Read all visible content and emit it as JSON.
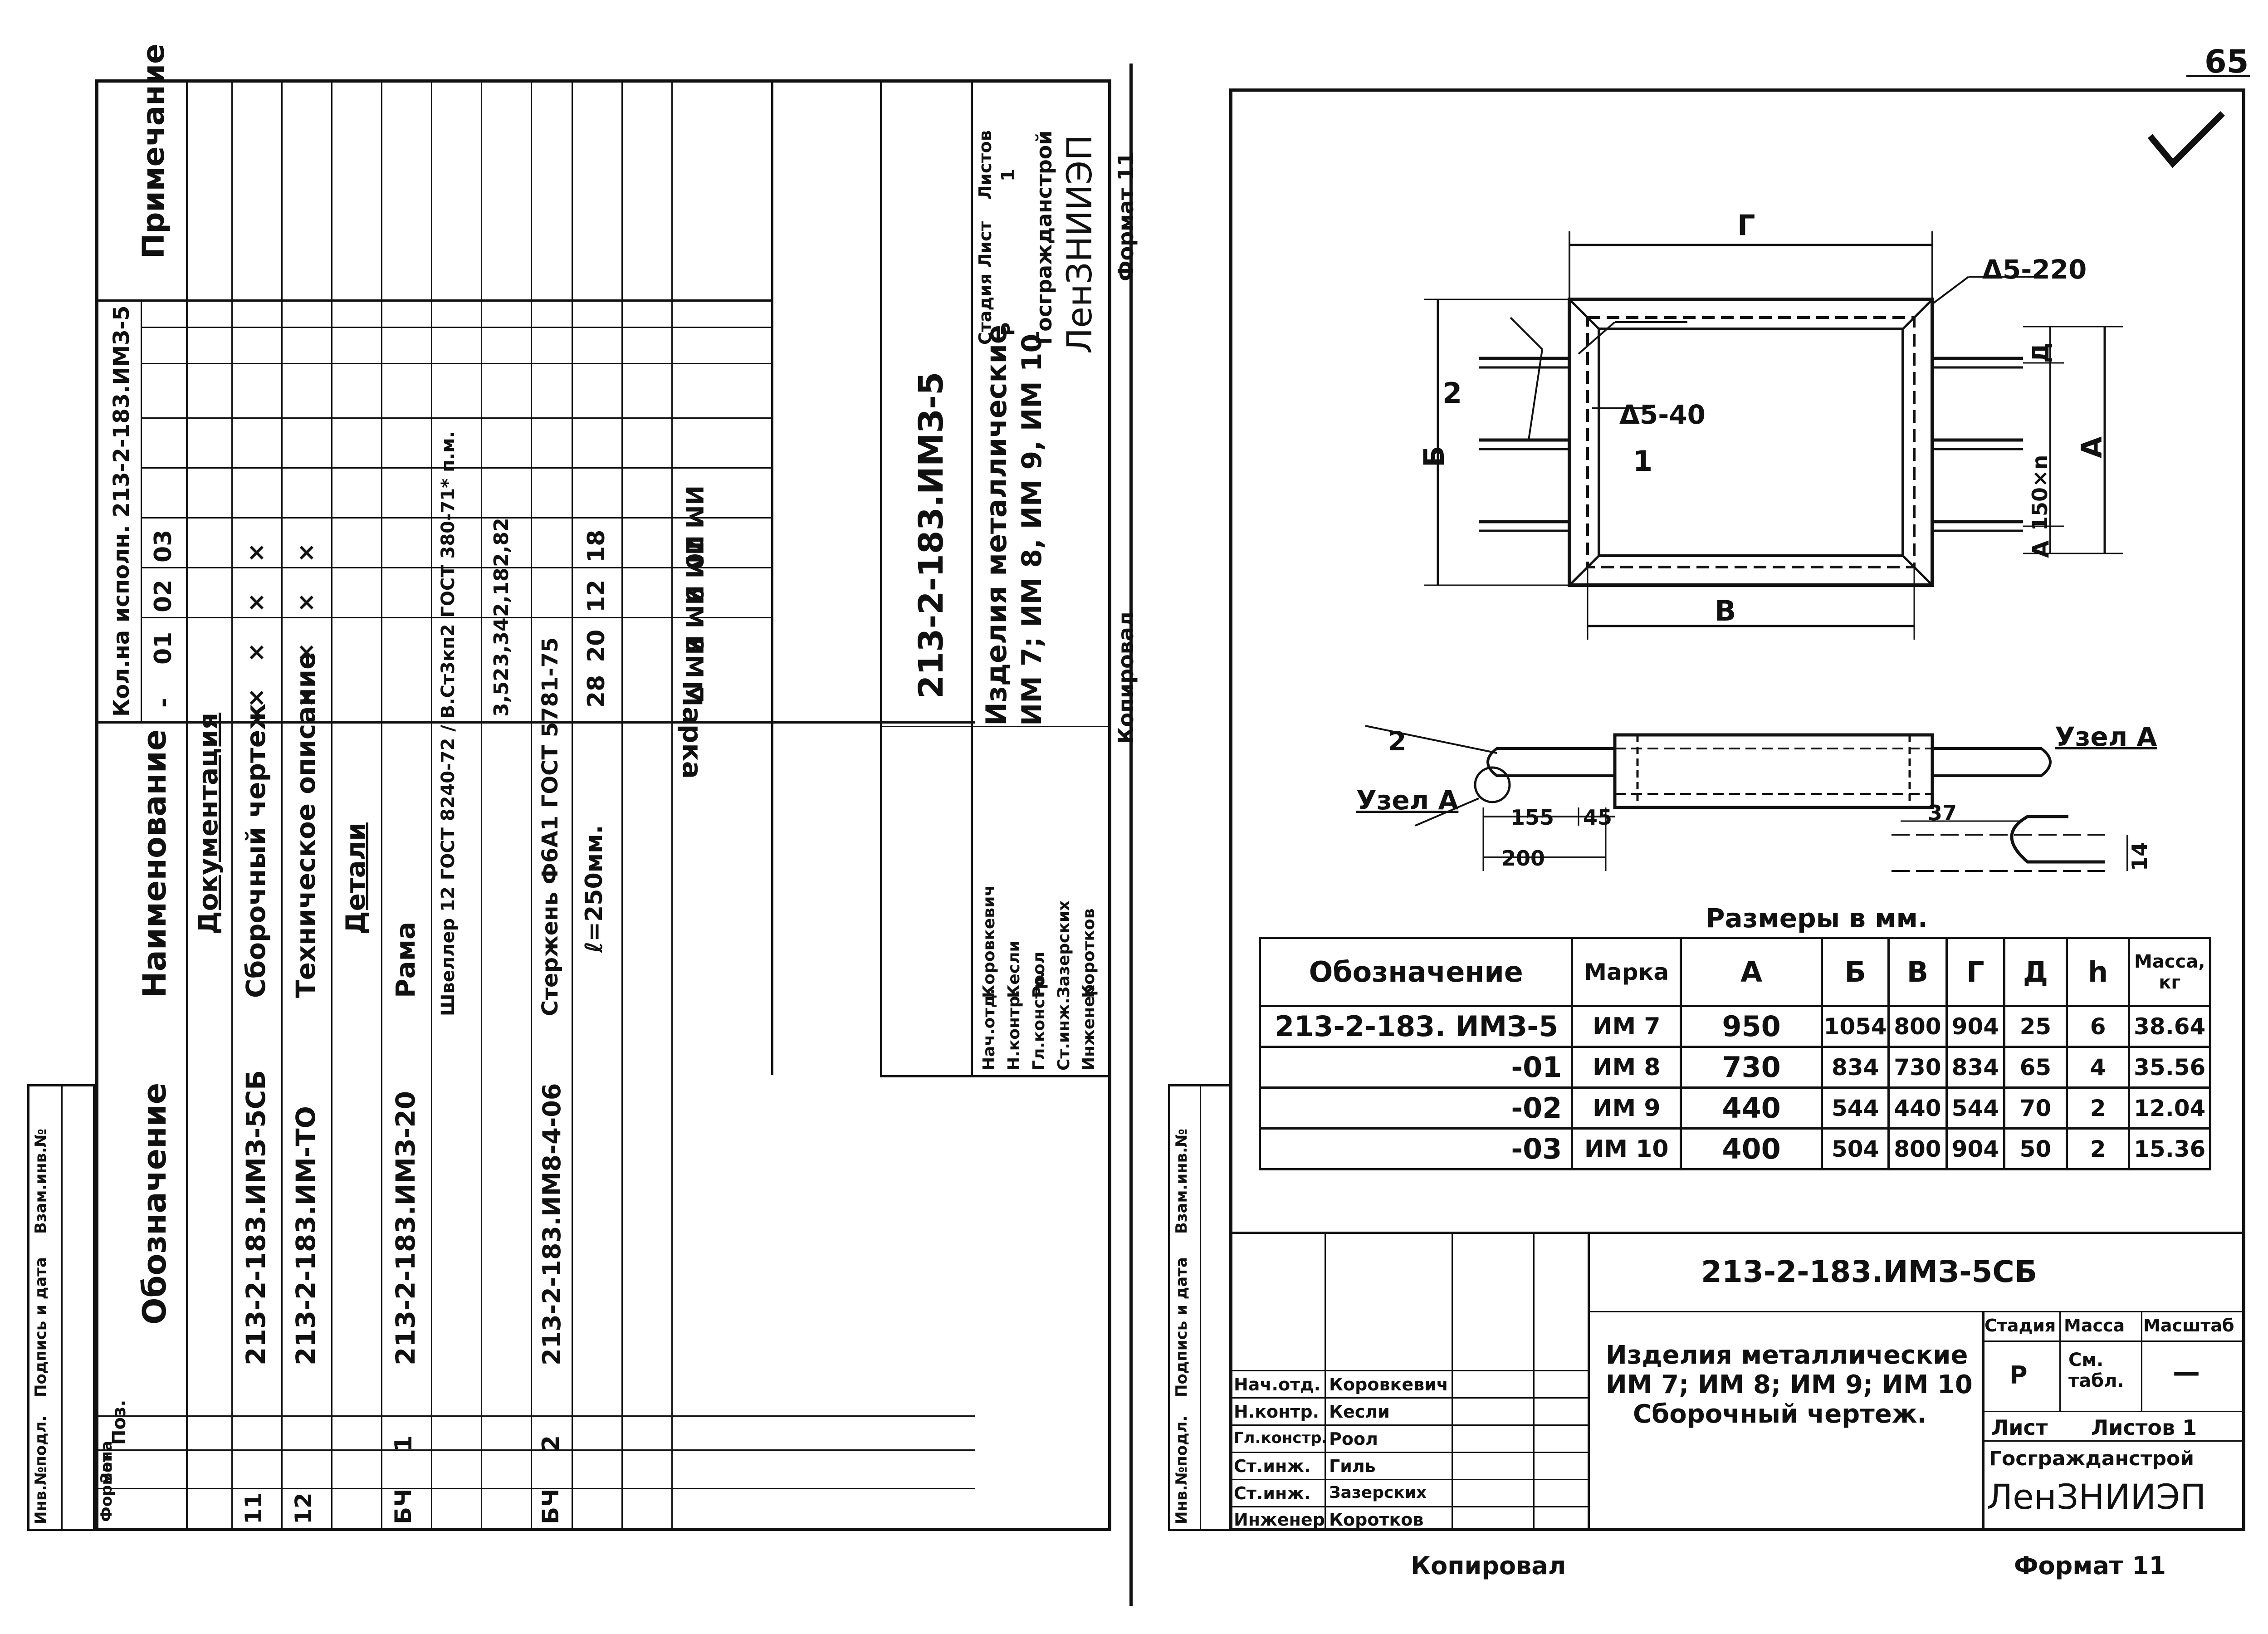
{
  "page_number": "65",
  "left_sheet": {
    "spec_headers": {
      "format": "Формат",
      "zone": "Зона",
      "pos": "Поз.",
      "designation": "Обозначение",
      "name": "Наименование",
      "qty": "Кол.на исполн. 213-2-183.ИМЗ-5",
      "note": "Примечание"
    },
    "variant_cols": [
      "-",
      "01",
      "02",
      "03"
    ],
    "rows": [
      {
        "fmt": "11",
        "pos": "",
        "designation": "213-2-183.ИМЗ-5СБ",
        "name": "Сборочный чертеж",
        "q": [
          "×",
          "×",
          "×",
          "×"
        ]
      },
      {
        "fmt": "12",
        "pos": "",
        "designation": "213-2-183.ИМ-ТО",
        "name": "Техническое описание",
        "q": [
          "×",
          "×",
          "×",
          "×"
        ]
      },
      {
        "fmt": "",
        "pos": "",
        "designation": "",
        "name": "Детали",
        "q": [
          "",
          "",
          "",
          ""
        ]
      },
      {
        "fmt": "БЧ",
        "pos": "1",
        "designation": "213-2-183.ИМЗ-20",
        "name": "Рама",
        "q": [
          "",
          "",
          "",
          ""
        ]
      },
      {
        "fmt": "",
        "pos": "",
        "designation": "",
        "name": "Швеллер 12 ГОСТ 8240-72 / В.Ст3кп2 ГОСТ 380-71* п.м.",
        "q": [
          "3,52",
          "3,34",
          "2,18",
          "2,82"
        ]
      },
      {
        "fmt": "БЧ",
        "pos": "2",
        "designation": "213-2-183.ИМ8-4-06",
        "name": "Стержень Ф6А1 ГОСТ 5781-75",
        "q": [
          "",
          "",
          "",
          ""
        ]
      },
      {
        "fmt": "",
        "pos": "",
        "designation": "",
        "name": "ℓ=250мм.",
        "q": [
          "28",
          "20",
          "12",
          "18"
        ]
      }
    ],
    "section_docs": "Документация",
    "marka_label": "Марка",
    "markas": [
      "ИМ 7",
      "ИМ 8",
      "ИМ 9",
      "ИМ 10"
    ],
    "side_stamps": [
      "Инв.№подл.",
      "Подпись и дата",
      "Взам.инв.№"
    ],
    "title_code": "213-2-183.ИМЗ-5",
    "title_name_1": "Изделия металлические",
    "title_name_2": "ИМ 7; ИМ 8, ИМ 9, ИМ 10",
    "stage_headers": [
      "Стадия",
      "Лист",
      "Листов"
    ],
    "stage_values": [
      "Р",
      "",
      "1"
    ],
    "org_1": "Госгражданстрой",
    "org_2": "ЛенЗНИИЭП",
    "format": "Формат 11",
    "copied": "Копировал",
    "signers": [
      {
        "role": "Нач.отд.",
        "name": "Коровкевич"
      },
      {
        "role": "Н.контр.",
        "name": "Кесли"
      },
      {
        "role": "Гл.констр.",
        "name": "Роол"
      },
      {
        "role": "Ст.инж.",
        "name": "Зазерских"
      },
      {
        "role": "Инженер",
        "name": "Коротков"
      }
    ]
  },
  "right_sheet": {
    "labels": {
      "g": "Г",
      "b_cap": "Б",
      "v": "В",
      "a": "А",
      "d": "Д",
      "weld1": "Δ5-220",
      "weld2": "Δ5-40",
      "p1": "1",
      "p2": "2",
      "pitch": "150×n",
      "node_a": "Узел А",
      "node_a2": "Узел А",
      "d155": "155",
      "d45": "45",
      "d200": "200",
      "d37": "37",
      "d14": "14"
    },
    "dims_caption": "Размеры в мм.",
    "table_headers": [
      "Обозначение",
      "Марка",
      "А",
      "Б",
      "В",
      "Г",
      "Д",
      "h",
      "Масса, кг"
    ],
    "table_rows": [
      [
        "213-2-183. ИМЗ-5",
        "ИМ 7",
        "950",
        "1054",
        "800",
        "904",
        "25",
        "6",
        "38.64"
      ],
      [
        "-01",
        "ИМ 8",
        "730",
        "834",
        "730",
        "834",
        "65",
        "4",
        "35.56"
      ],
      [
        "-02",
        "ИМ 9",
        "440",
        "544",
        "440",
        "544",
        "70",
        "2",
        "12.04"
      ],
      [
        "-03",
        "ИМ 10",
        "400",
        "504",
        "800",
        "904",
        "50",
        "2",
        "15.36"
      ]
    ],
    "title_code": "213-2-183.ИМЗ-5СБ",
    "title_name": [
      "Изделия металлические",
      "ИМ 7; ИМ 8; ИМ 9; ИМ 10",
      "Сборочный чертеж."
    ],
    "stage_headers": [
      "Стадия",
      "Масса",
      "Масштаб"
    ],
    "stage_values": [
      "Р",
      "См. табл.",
      "—"
    ],
    "sheet_label": "Лист",
    "sheets_label": "Листов 1",
    "org_1": "Госгражданстрой",
    "org_2": "ЛенЗНИИЭП",
    "signers": [
      {
        "role": "Нач.отд.",
        "name": "Коровкевич"
      },
      {
        "role": "Н.контр.",
        "name": "Кесли"
      },
      {
        "role": "Гл.констр.",
        "name": "Роол"
      },
      {
        "role": "Ст.инж.",
        "name": "Гиль"
      },
      {
        "role": "Ст.инж.",
        "name": "Зазерских"
      },
      {
        "role": "Инженер",
        "name": "Коротков"
      }
    ],
    "side_stamps": [
      "Инв.№подл.",
      "Подпись и дата",
      "Взам.инв.№"
    ],
    "copied": "Копировал",
    "format": "Формат 11"
  }
}
